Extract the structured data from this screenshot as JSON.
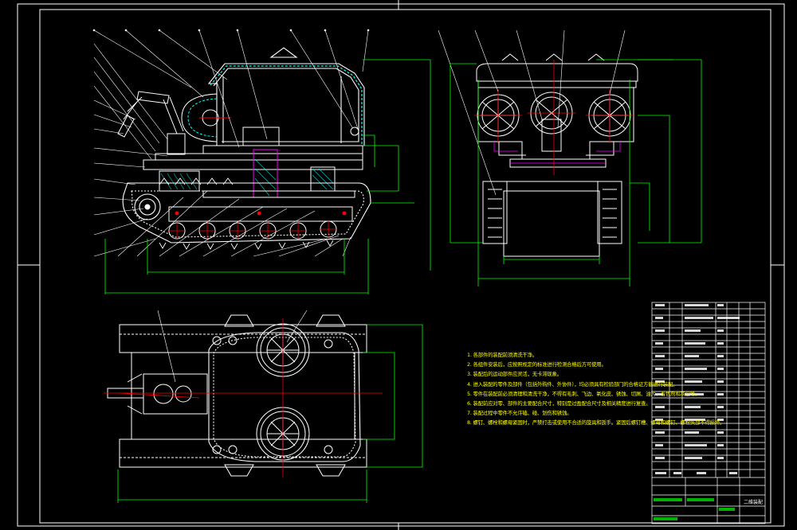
{
  "colors": {
    "background": "#000000",
    "frame": "#ffffff",
    "outline": "#ffffff",
    "dimension": "#00ff00",
    "section": "#00ffff",
    "centerline": "#ff0000",
    "leader": "#ffffff",
    "notes": "#ffff00",
    "hidden": "#ff00ff"
  },
  "notes": [
    "1. 各部件的装配前须清洗干净。",
    "2. 各组件安装后，应按照规定的标准进行检测合格后方可使用。",
    "3. 装配后的运动部件应灵活，无卡滞现象。",
    "4. 进入装配的零件及部件（包括外购件、外协件），均必须具有检验部门的合格证方能进行装配。",
    "5. 零件在装配前必须清理和清洗干净，不得有毛刺、飞边、氧化皮、锈蚀、切屑、油污、着色剂和灰尘等。",
    "6. 装配前应对零、部件的主要配合尺寸，特别是过盈配合尺寸及相关精度进行复查。",
    "7. 装配过程中零件不允许磕、碰、划伤和锈蚀。",
    "8. 螺钉、螺栓和螺母紧固时，严禁打击或使用不合适的旋具和扳手。紧固后螺钉槽、螺母和螺钉、螺栓头部不得损坏。"
  ],
  "title_block": {
    "drawing_title": "二维装配"
  }
}
